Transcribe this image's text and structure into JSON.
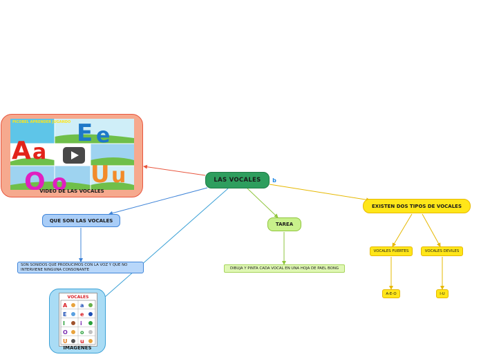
{
  "central": {
    "label": "LAS VOCALES"
  },
  "video": {
    "label": "VIDEO DE LAS VOCALES",
    "caption": "PICOBEL APRENDER JUGANDO",
    "letters": [
      "A",
      "a",
      "E",
      "e",
      "O",
      "o",
      "U",
      "u"
    ]
  },
  "que_son": {
    "label": "QUE SON LAS VOCALES",
    "description": "SON SONIDOS QUE PRODUCIMOS CON LA VOZ Y QUE NO INTERVIENE NINGUNA CONSONANTE"
  },
  "imagenes": {
    "label": "IMAGENES",
    "title": "VOCALES",
    "letters": [
      "A",
      "a",
      "E",
      "e",
      "I",
      "i",
      "O",
      "o",
      "U",
      "u"
    ]
  },
  "tarea": {
    "label": "TAREA",
    "description": "DIBUJA Y PINTA CADA VOCAL EN UNA HOJA DE PAEL BONG"
  },
  "tipos": {
    "label": "EXISTEN DOS TIPOS DE VOCALES",
    "fuertes": {
      "label": "VOCALES FUERTES",
      "value": "A-E-O"
    },
    "debiles": {
      "label": "VOCALES DEVILES",
      "value": "I-U"
    }
  },
  "colors": {
    "central": "#2e9e5e",
    "video_link": "#e8553d",
    "que_son_link": "#3f84d8",
    "imagenes_link": "#3aa0d6",
    "tarea_link": "#8fc53c",
    "tipos_link": "#e6b800"
  }
}
